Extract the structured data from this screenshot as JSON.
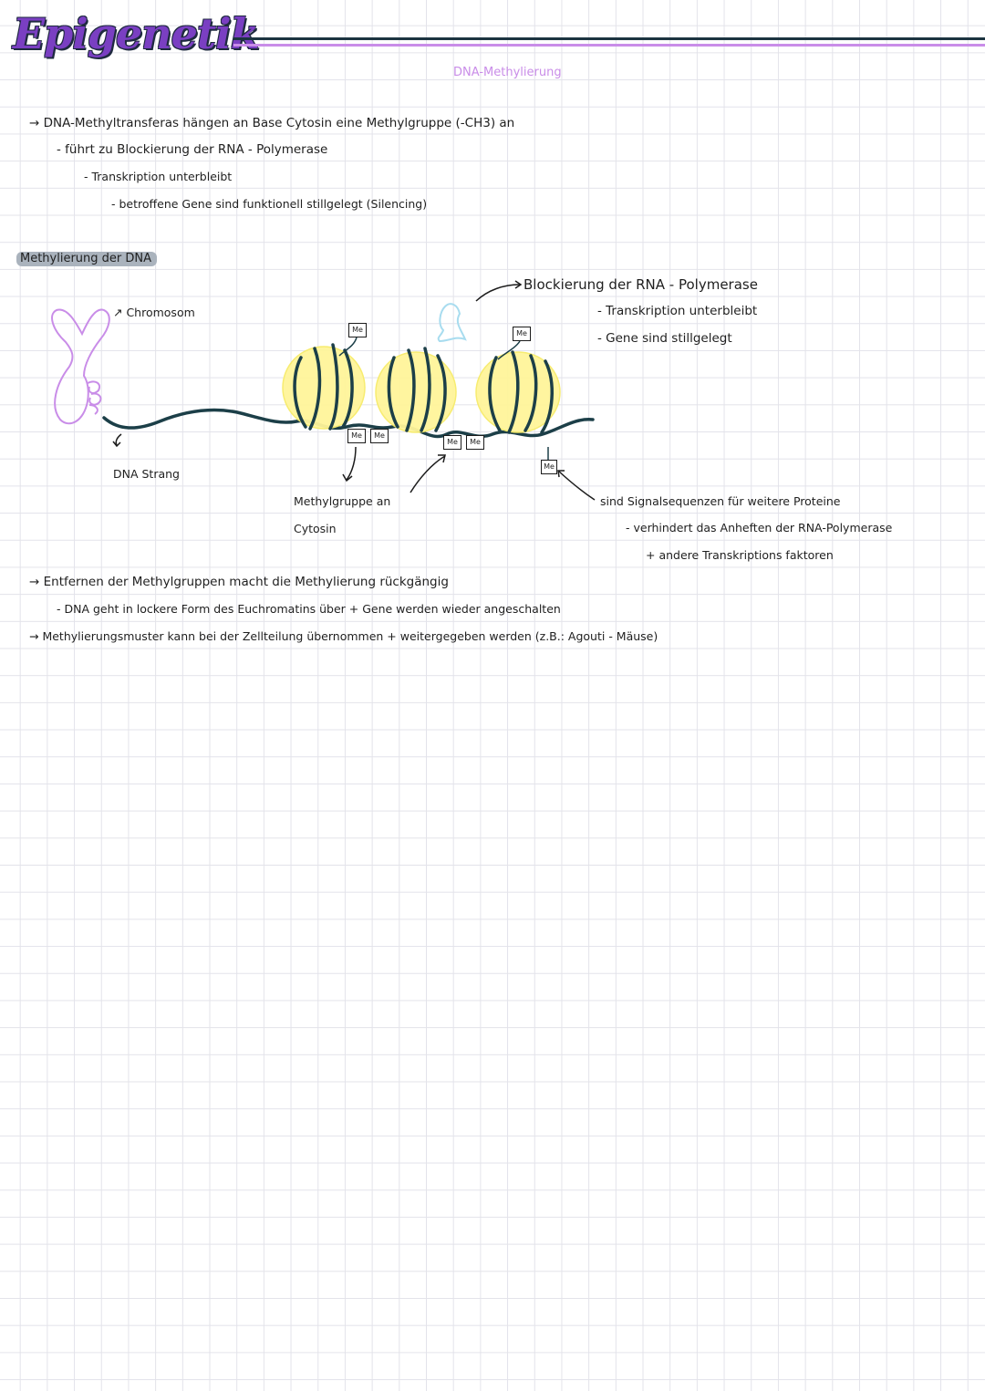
{
  "page": {
    "title": "Epigenetik",
    "subtitle": "DNA-Methylierung"
  },
  "intro": [
    "→ DNA-Methyltransferas hängen an Base Cytosin eine Methylgruppe (-CH3) an",
    "- führt zu Blockierung der RNA - Polymerase",
    "- Transkription unterbleibt",
    "- betroffene Gene sind funktionell stillgelegt (Silencing)"
  ],
  "section_heading": "Methylierung der DNA",
  "diagram": {
    "chromosome_label": "↗ Chromosom",
    "dna_strand_label": "DNA Strang",
    "methyl_tag": "Me",
    "methyl_cytosin_line1": "Methylgruppe an",
    "methyl_cytosin_line2": "Cytosin",
    "blocking_label": "Blockierung der RNA - Polymerase",
    "blocking_sub1": "- Transkription unterbleibt",
    "blocking_sub2": "- Gene sind stillgelegt",
    "signal_line1": "sind Signalsequenzen für weitere Proteine",
    "signal_line2": "- verhindert das Anheften der RNA-Polymerase",
    "signal_line3": "+ andere Transkriptions faktoren"
  },
  "outro": [
    "→ Entfernen der Methylgruppen macht die Methylierung rückgängig",
    "- DNA geht in lockere Form des Euchromatins über + Gene werden wieder angeschalten",
    "→ Methylierungsmuster kann bei der Zellteilung übernommen + weitergegeben werden (z.B.: Agouti - Mäuse)"
  ],
  "colors": {
    "title": "#7a3fc2",
    "accent_purple": "#c98de8",
    "dark_teal": "#1c3440",
    "histone_yellow": "#fff59a",
    "polymerase_blue": "#a8dcef"
  }
}
